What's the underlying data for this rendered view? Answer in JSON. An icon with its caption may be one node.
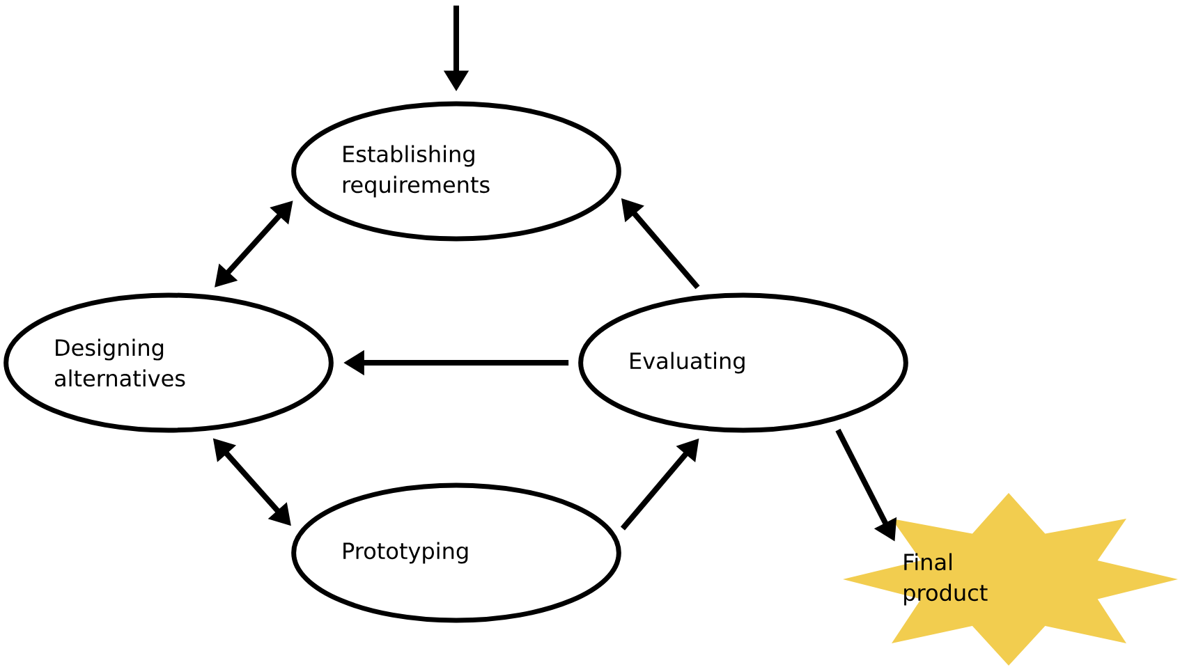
{
  "diagram": {
    "nodes": [
      {
        "text": [
          "Establishing requirements"
        ]
      },
      {
        "text": [
          "Designing alternatives"
        ]
      },
      {
        "text": [
          "Evaluating"
        ]
      },
      {
        "text": [
          "Prototyping"
        ]
      },
      {
        "text": [
          "Final product"
        ]
      }
    ],
    "edges": [
      {
        "from": null,
        "to": 0,
        "arrow": "to"
      },
      {
        "from": 0,
        "to": 1,
        "arrow": "both"
      },
      {
        "from": 2,
        "to": 0,
        "arrow": "to"
      },
      {
        "from": 2,
        "to": 1,
        "arrow": "to"
      },
      {
        "from": 1,
        "to": 3,
        "arrow": "both"
      },
      {
        "from": 3,
        "to": 2,
        "arrow": "to"
      },
      {
        "from": 2,
        "to": 4,
        "arrow": "to"
      }
    ]
  }
}
